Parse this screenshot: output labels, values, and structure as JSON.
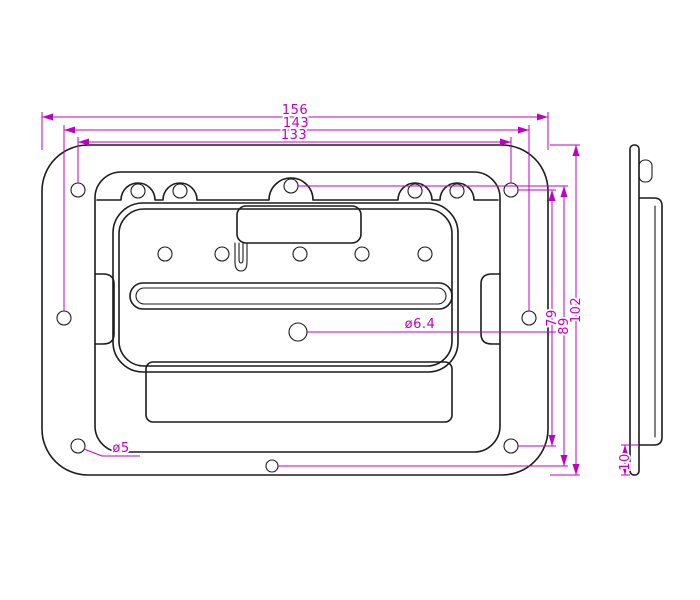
{
  "drawing": {
    "title": "Recessed spring-loaded case handle - dimensioned drawing",
    "views": {
      "front": "front view",
      "side": "side view"
    }
  },
  "colors": {
    "dimension": "#c000c0",
    "part_line": "#1c1c1c",
    "background": "#ffffff"
  },
  "dimensions": {
    "overall_width": "156",
    "side_hole_spacing": "143",
    "top_hole_spacing": "133",
    "corner_hole_vertical_spacing": "79",
    "center_hole_vertical_spacing": "89",
    "overall_height": "102",
    "large_hole_diameter": "ø6.4",
    "small_hole_diameter": "ø5",
    "depth": "10"
  }
}
